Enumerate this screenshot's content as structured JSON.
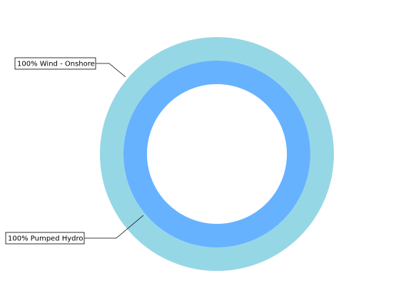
{
  "chart_data": {
    "type": "pie",
    "subtype": "nested-donut",
    "title": "",
    "rings": [
      {
        "position": "outer",
        "categories": [
          "Wind - Onshore"
        ],
        "values": [
          100
        ],
        "labels": [
          "100% Wind - Onshore"
        ],
        "colors": [
          "#96d7e6"
        ]
      },
      {
        "position": "inner",
        "categories": [
          "Pumped Hydro"
        ],
        "values": [
          100
        ],
        "labels": [
          "100% Pumped Hydro"
        ],
        "colors": [
          "#66b2ff"
        ]
      }
    ],
    "legend": "none"
  }
}
